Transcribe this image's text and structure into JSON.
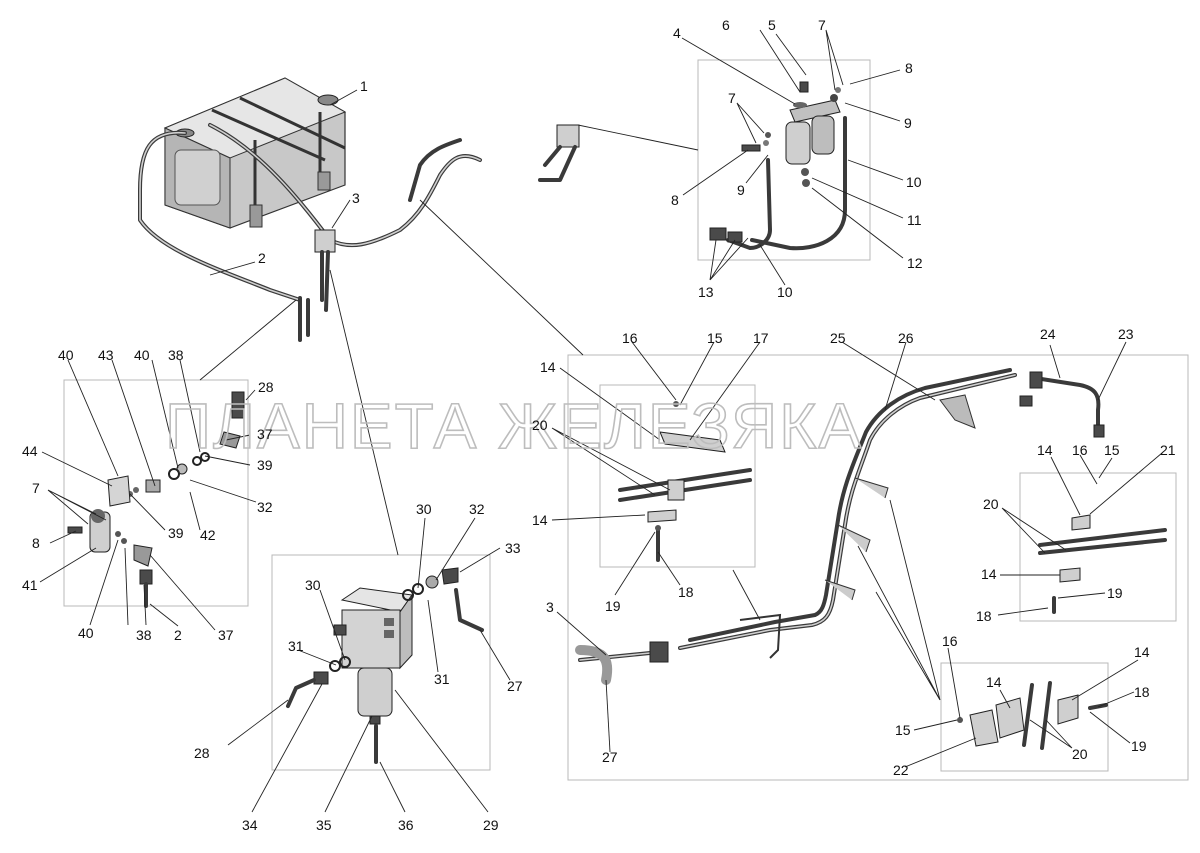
{
  "watermark": "ПЛАНЕТА ЖЕЛЕЗЯКА",
  "callouts": {
    "c1": "1",
    "c2": "2",
    "c3": "3",
    "c4": "4",
    "c5": "5",
    "c6": "6",
    "c7": "7",
    "c8": "8",
    "c9": "9",
    "c10": "10",
    "c11": "11",
    "c12": "12",
    "c13": "13",
    "c14": "14",
    "c15": "15",
    "c16": "16",
    "c17": "17",
    "c18": "18",
    "c19": "19",
    "c20": "20",
    "c21": "21",
    "c22": "22",
    "c23": "23",
    "c24": "24",
    "c25": "25",
    "c26": "26",
    "c27": "27",
    "c28": "28",
    "c29": "29",
    "c30": "30",
    "c31": "31",
    "c32": "32",
    "c33": "33",
    "c34": "34",
    "c35": "35",
    "c36": "36",
    "c37": "37",
    "c38": "38",
    "c39": "39",
    "c40": "40",
    "c41": "41",
    "c42": "42",
    "c43": "43",
    "c44": "44"
  }
}
